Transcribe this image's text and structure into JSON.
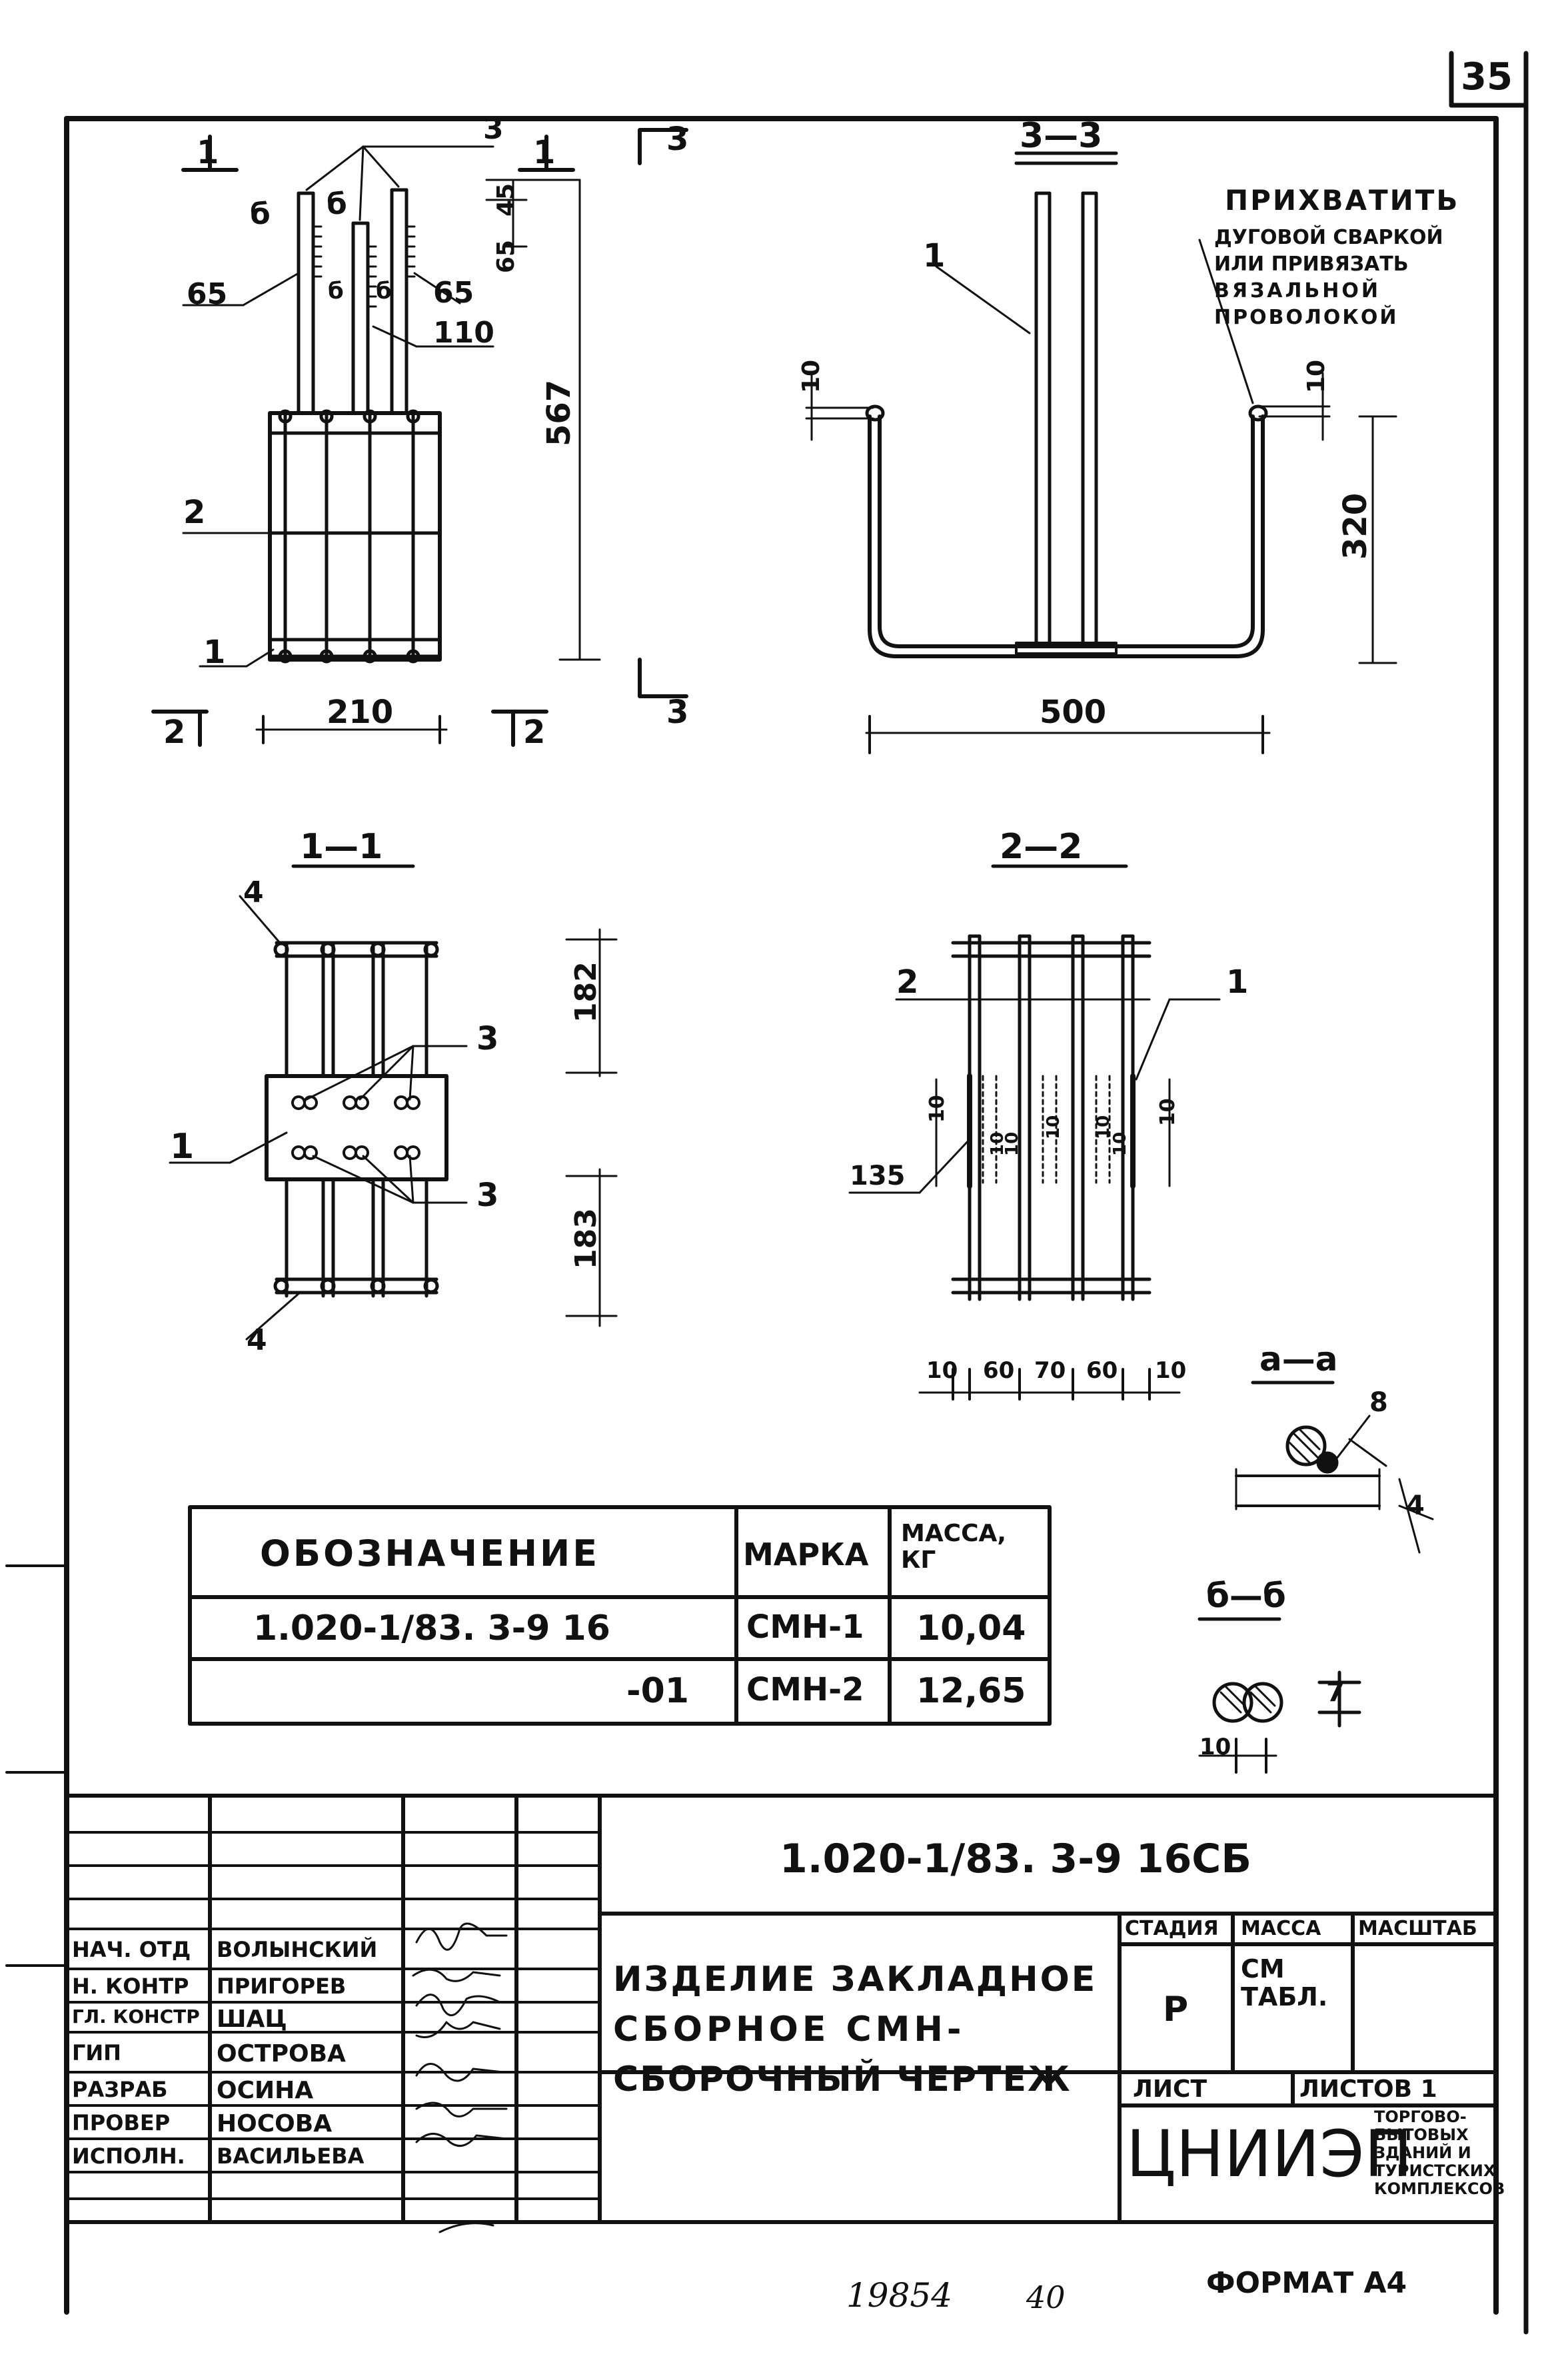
{
  "sheet_number": "35",
  "views": {
    "top_left": {
      "section_marks": [
        "1",
        "1",
        "3",
        "2",
        "2",
        "3"
      ],
      "callouts": {
        "c3": "3",
        "b1": "б",
        "b2": "б",
        "b3": "б",
        "b4": "б",
        "c65a": "65",
        "c65b": "65",
        "c110": "110",
        "c2": "2",
        "c1": "1"
      },
      "dims": {
        "d45": "45",
        "d65": "65",
        "d567": "567",
        "d210": "210"
      }
    },
    "section_3_3": {
      "title": "3—3",
      "note_line1": "ПРИХВАТИТЬ",
      "note_lines": [
        "ДУГОВОЙ СВАРКОЙ",
        "ИЛИ ПРИВЯЗАТЬ",
        "ВЯЗАЛЬНОЙ",
        "ПРОВОЛОКОЙ"
      ],
      "callout_1": "1",
      "dims": {
        "d10a": "10",
        "d10b": "10",
        "d320": "320",
        "d500": "500"
      }
    },
    "section_1_1": {
      "title": "1—1",
      "callouts": {
        "c4a": "4",
        "c3a": "3",
        "c1": "1",
        "c3b": "3",
        "c4b": "4"
      },
      "dims": {
        "d182": "182",
        "d183": "183"
      }
    },
    "section_2_2": {
      "title": "2—2",
      "callouts": {
        "c2": "2",
        "c1": "1",
        "c135": "135"
      },
      "dims": {
        "d10a": "10",
        "d60a": "60",
        "d70": "70",
        "d60b": "60",
        "d10b": "10"
      },
      "inner_dims": [
        "10",
        "10",
        "10",
        "10",
        "10",
        "10",
        "10"
      ]
    },
    "detail_a_a": {
      "title": "а—а",
      "dim_8": "8",
      "dim_4": "4"
    },
    "detail_b_b": {
      "title": "б—б",
      "dim_10": "10",
      "dim_7": "7"
    }
  },
  "spec_table": {
    "headers": [
      "ОБОЗНАЧЕНИЕ",
      "МАРКА",
      "МАССА, КГ"
    ],
    "rows": [
      [
        "1.020-1/83. 3-9 16",
        "СМН-1",
        "10,04"
      ],
      [
        "-01",
        "СМН-2",
        "12,65"
      ]
    ]
  },
  "title_block": {
    "document_code": "1.020-1/83. 3-9 16СБ",
    "title_lines": [
      "ИЗДЕЛИЕ ЗАКЛАДНОЕ",
      "СБОРНОЕ СМН-",
      "СБОРОЧНЫЙ ЧЕРТЕЖ"
    ],
    "stage_label": "СТАДИЯ",
    "mass_label": "МАССА",
    "scale_label": "МАСШТАБ",
    "stage_value": "Р",
    "mass_value": "СМ ТАБЛ.",
    "sheet_label": "ЛИСТ",
    "sheets_label": "ЛИСТОВ 1",
    "org_name": "ЦНИИЭП",
    "org_subtitle_lines": [
      "ТОРГОВО-",
      "БЫТОВЫХ",
      "ЗДАНИЙ И",
      "ТУРИСТСКИХ",
      "КОМПЛЕКСОВ"
    ],
    "staff": [
      {
        "role": "НАЧ. ОТД",
        "name": "ВОЛЫНСКИЙ"
      },
      {
        "role": "Н. КОНТР",
        "name": "ПРИГОРЕВ"
      },
      {
        "role": "ГЛ. КОНСТР",
        "name": "ШАЦ"
      },
      {
        "role": "ГИП",
        "name": "ОСТРОВА"
      },
      {
        "role": "РАЗРАБ",
        "name": "ОСИНА"
      },
      {
        "role": "ПРОВЕР",
        "name": "НОСОВА"
      },
      {
        "role": "ИСПОЛН.",
        "name": "ВАСИЛЬЕВА"
      }
    ]
  },
  "footer": {
    "inventory_number": "19854",
    "inventory_suffix": "40",
    "format": "ФОРМАТ А4"
  }
}
